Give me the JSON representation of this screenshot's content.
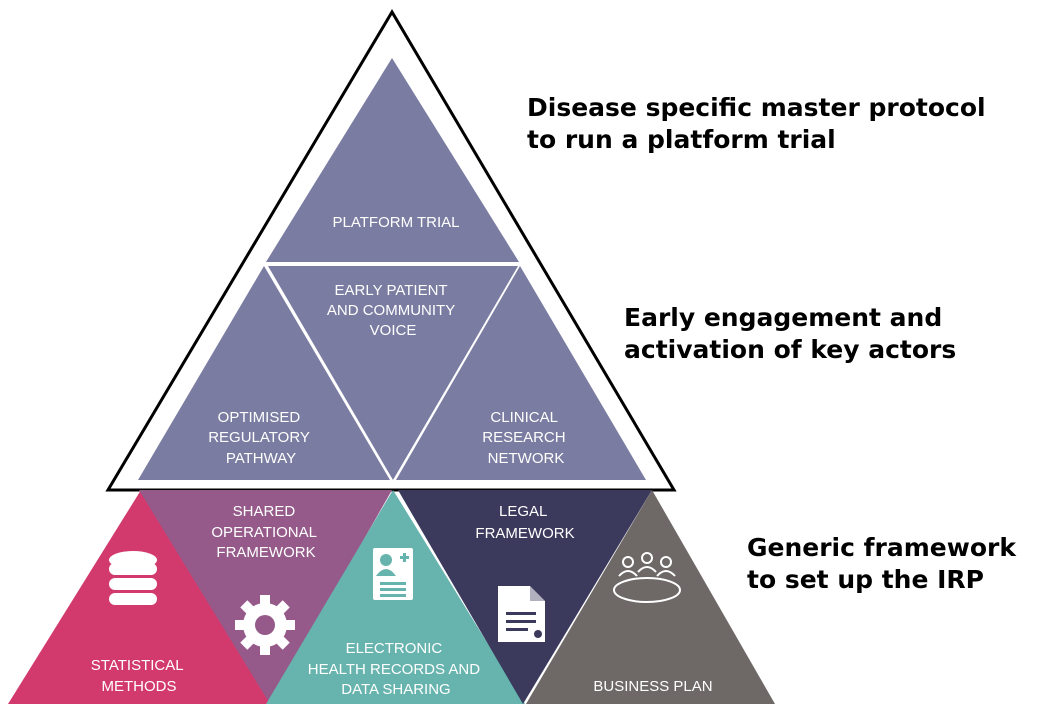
{
  "captions": {
    "top": {
      "line1": "Disease specific master protocol",
      "line2": "to run a platform trial"
    },
    "middle": {
      "line1": "Early engagement and",
      "line2": "activation of key actors"
    },
    "bottom": {
      "line1": "Generic framework",
      "line2": "to set up the IRP"
    }
  },
  "segments": {
    "platform_trial": {
      "lines": [
        "PLATFORM TRIAL"
      ],
      "color": "#7a7ca1"
    },
    "patient_voice": {
      "lines": [
        "EARLY PATIENT",
        "AND COMMUNITY",
        "VOICE"
      ],
      "color": "#7a7ca1"
    },
    "regulatory": {
      "lines": [
        "OPTIMISED",
        "REGULATORY",
        "PATHWAY"
      ],
      "color": "#7a7ca1"
    },
    "clinical_network": {
      "lines": [
        "CLINICAL",
        "RESEARCH",
        "NETWORK"
      ],
      "color": "#7a7ca1"
    },
    "statistical": {
      "lines": [
        "STATISTICAL",
        "METHODS"
      ],
      "color": "#d23a6e",
      "icon": "database-icon"
    },
    "shared_ops": {
      "lines": [
        "SHARED",
        "OPERATIONAL",
        "FRAMEWORK"
      ],
      "color": "#955a8a",
      "icon": "gear-icon"
    },
    "ehr": {
      "lines": [
        "ELECTRONIC",
        "HEALTH RECORDS AND",
        "DATA SHARING"
      ],
      "color": "#67b3ae",
      "icon": "add-contact-card-icon"
    },
    "legal": {
      "lines": [
        "LEGAL",
        "FRAMEWORK"
      ],
      "color": "#3b3a5d",
      "icon": "document-icon"
    },
    "business": {
      "lines": [
        "BUSINESS PLAN"
      ],
      "color": "#6e6867",
      "icon": "meeting-table-icon"
    }
  },
  "outline_color": "#000000"
}
